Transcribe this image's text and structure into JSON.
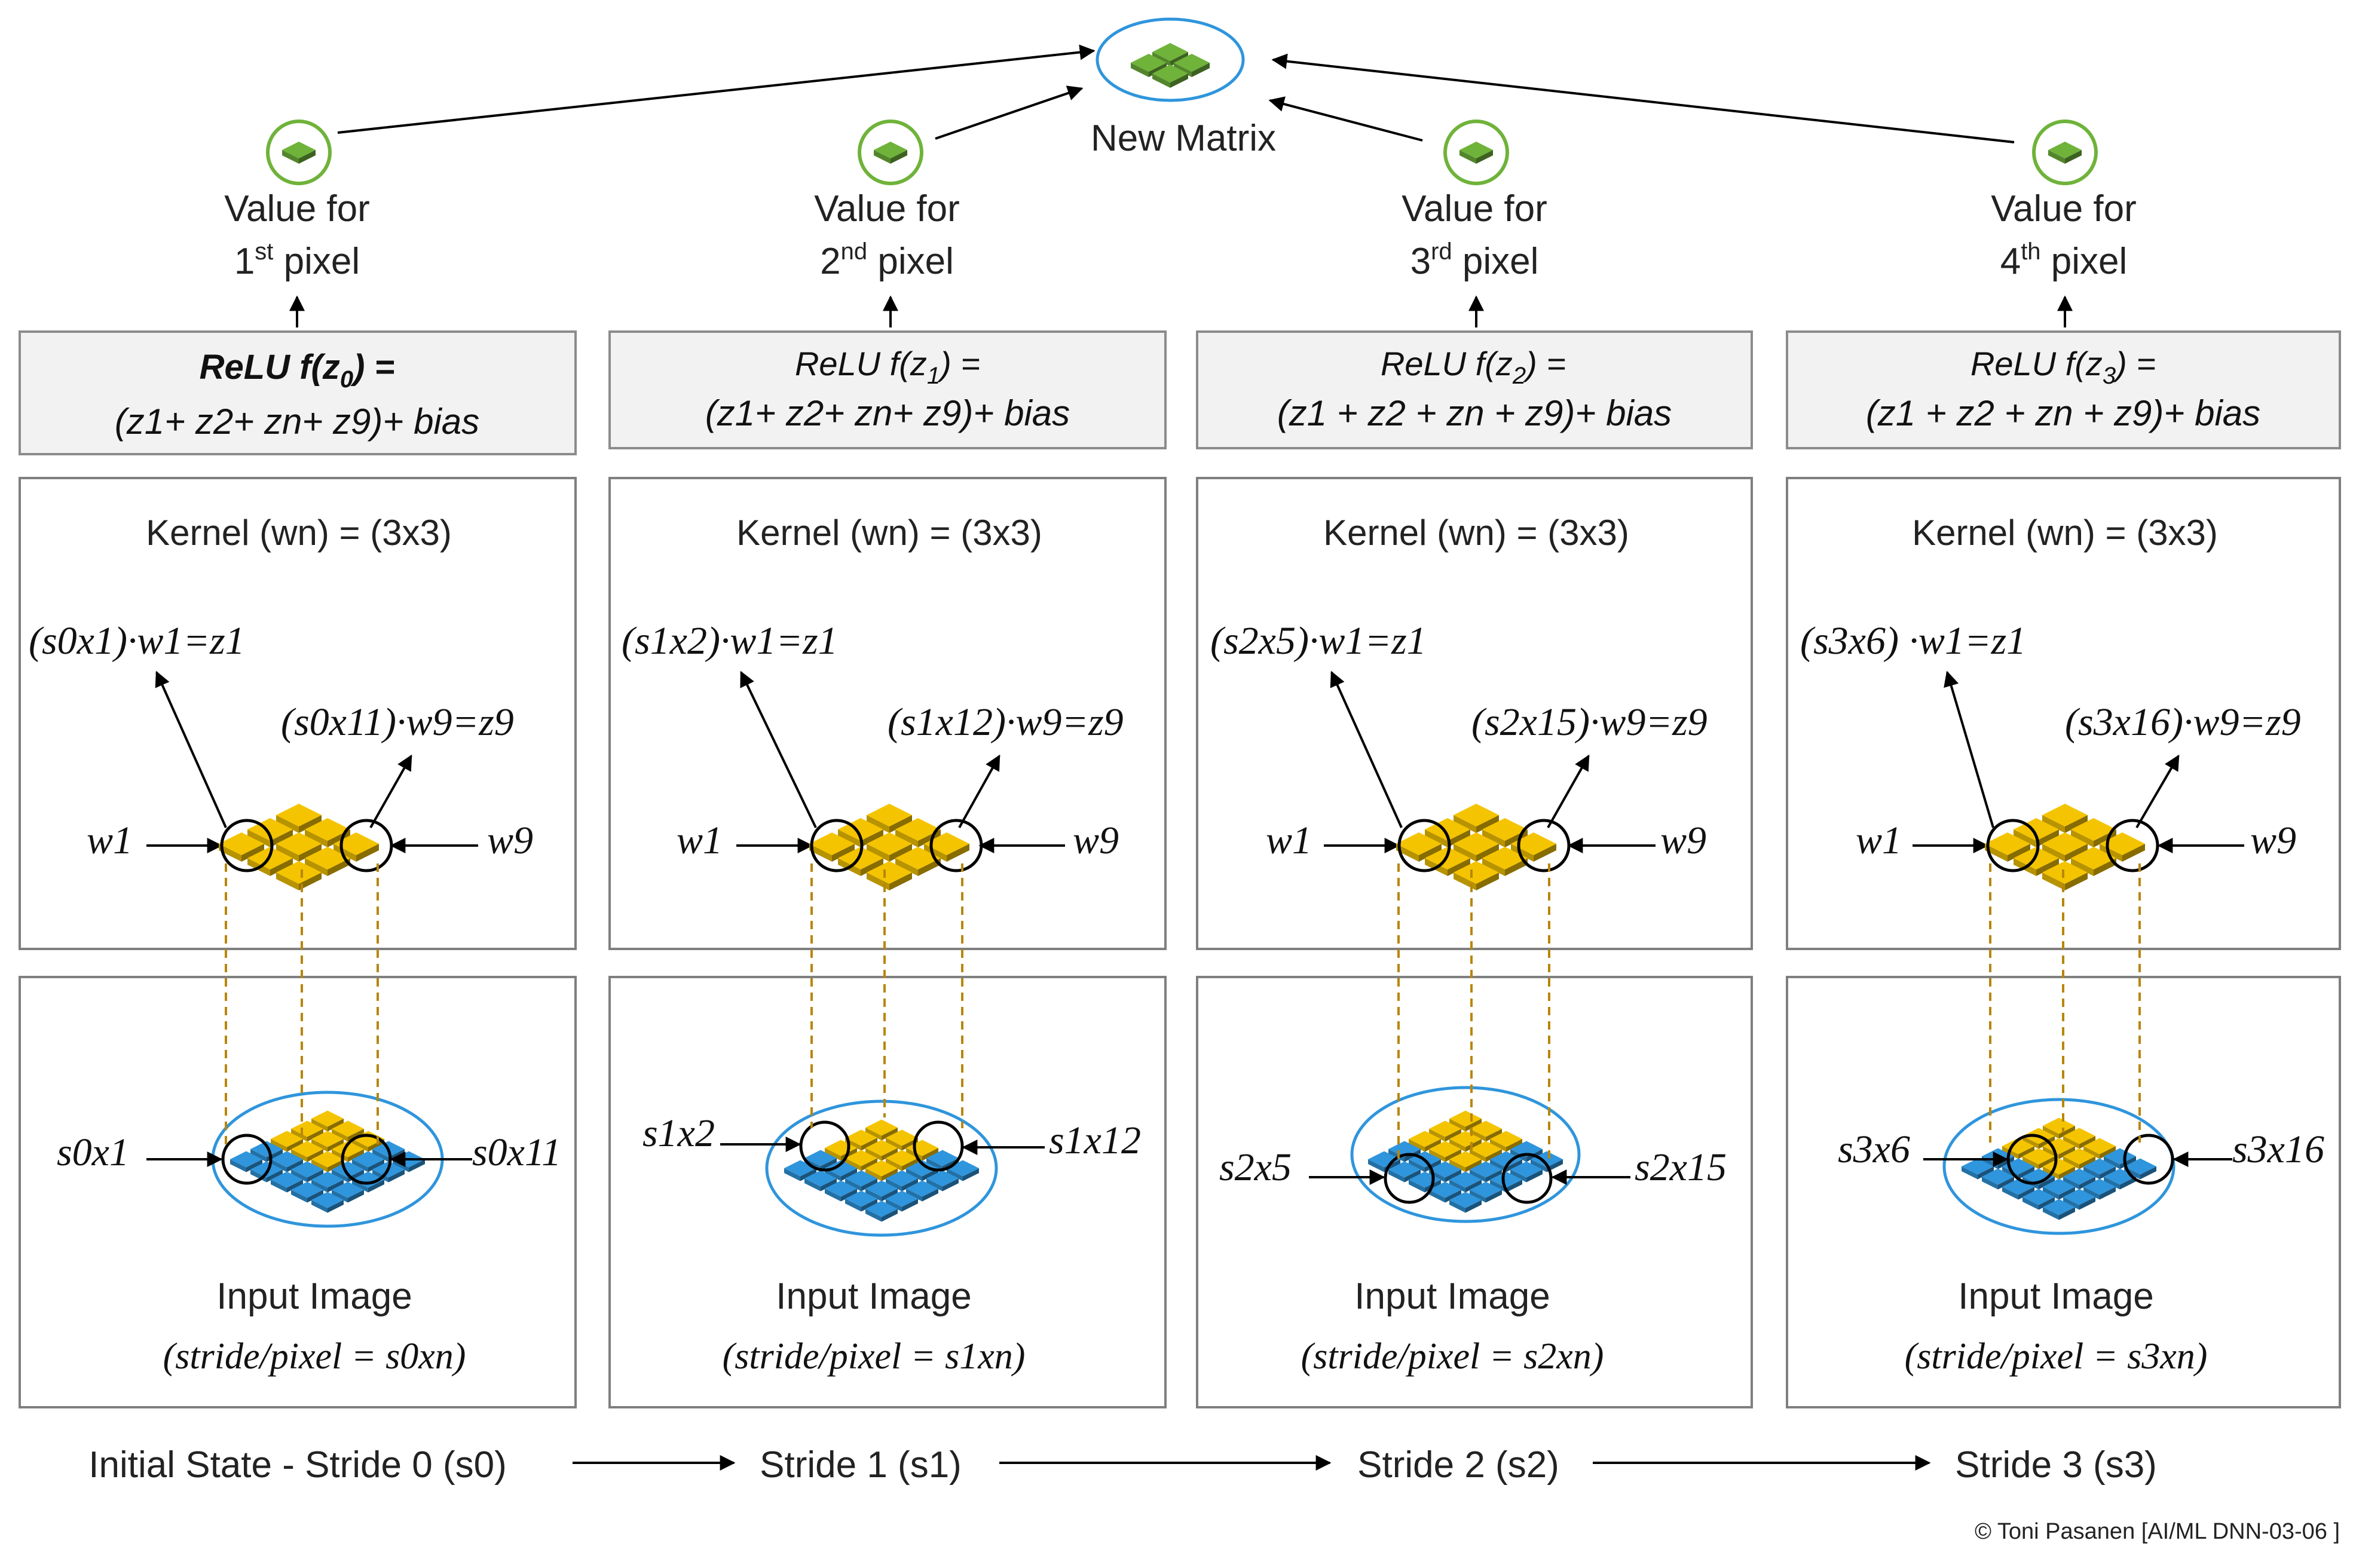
{
  "top": {
    "new_matrix_label": "New Matrix",
    "copyright": "© Toni Pasanen [AI/ML DNN-03-06 ]"
  },
  "colors": {
    "green": "#6fb33a",
    "yellow": "#f5c400",
    "blue": "#2f95dc",
    "panel_border": "#7f7f7f",
    "relu_fill": "#f2f2f2"
  },
  "icons": [
    "green-matrix-icon",
    "green-pixel-icon",
    "yellow-kernel-grid-icon",
    "blue-input-grid-icon"
  ],
  "columns": [
    {
      "value_label": "Value for",
      "ordinal_num": "1",
      "ordinal_sup": "st",
      "pixel": "pixel",
      "relu_line1_a": "ReLU f(z",
      "relu_line1_sub": "0",
      "relu_line1_b": ") =",
      "relu_line2": "(z1+ z2+ zn+ z9)+ bias",
      "kernel_title": "Kernel (wn) = (3x3)",
      "eq_top": "(s0x1)·w1=z1",
      "eq_right": "(s0x11)·w9=z9",
      "w_left": "w1",
      "w_right": "w9",
      "x_left": "s0x1",
      "x_right": "s0x11",
      "input_title": "Input Image",
      "stride_text": "(stride/pixel = s0xn)",
      "footer": "Initial State - Stride 0 (s0)"
    },
    {
      "value_label": "Value for",
      "ordinal_num": "2",
      "ordinal_sup": "nd",
      "pixel": "pixel",
      "relu_line1_a": "ReLU f(z",
      "relu_line1_sub": "1",
      "relu_line1_b": ") =",
      "relu_line2": "(z1+ z2+ zn+ z9)+ bias",
      "kernel_title": "Kernel (wn) = (3x3)",
      "eq_top": "(s1x2)·w1=z1",
      "eq_right": "(s1x12)·w9=z9",
      "w_left": "w1",
      "w_right": "w9",
      "x_left": "s1x2",
      "x_right": "s1x12",
      "input_title": "Input Image",
      "stride_text": "(stride/pixel = s1xn)",
      "footer": "Stride 1 (s1)"
    },
    {
      "value_label": "Value for",
      "ordinal_num": "3",
      "ordinal_sup": "rd",
      "pixel": "pixel",
      "relu_line1_a": "ReLU f(z",
      "relu_line1_sub": "2",
      "relu_line1_b": ") =",
      "relu_line2": "(z1 + z2 + zn + z9)+ bias",
      "kernel_title": "Kernel (wn) = (3x3)",
      "eq_top": "(s2x5)·w1=z1",
      "eq_right": "(s2x15)·w9=z9",
      "w_left": "w1",
      "w_right": "w9",
      "x_left": "s2x5",
      "x_right": "s2x15",
      "input_title": "Input Image",
      "stride_text": "(stride/pixel = s2xn)",
      "footer": "Stride 2 (s2)"
    },
    {
      "value_label": "Value for",
      "ordinal_num": "4",
      "ordinal_sup": "th",
      "pixel": "pixel",
      "relu_line1_a": "ReLU f(z",
      "relu_line1_sub": "3",
      "relu_line1_b": ") =",
      "relu_line2": "(z1 + z2 + zn + z9)+ bias",
      "kernel_title": "Kernel (wn) = (3x3)",
      "eq_top": "(s3x6) ·w1=z1",
      "eq_right": "(s3x16)·w9=z9",
      "w_left": "w1",
      "w_right": "w9",
      "x_left": "s3x6",
      "x_right": "s3x16",
      "input_title": "Input Image",
      "stride_text": "(stride/pixel = s3xn)",
      "footer": "Stride 3 (s3)"
    }
  ]
}
